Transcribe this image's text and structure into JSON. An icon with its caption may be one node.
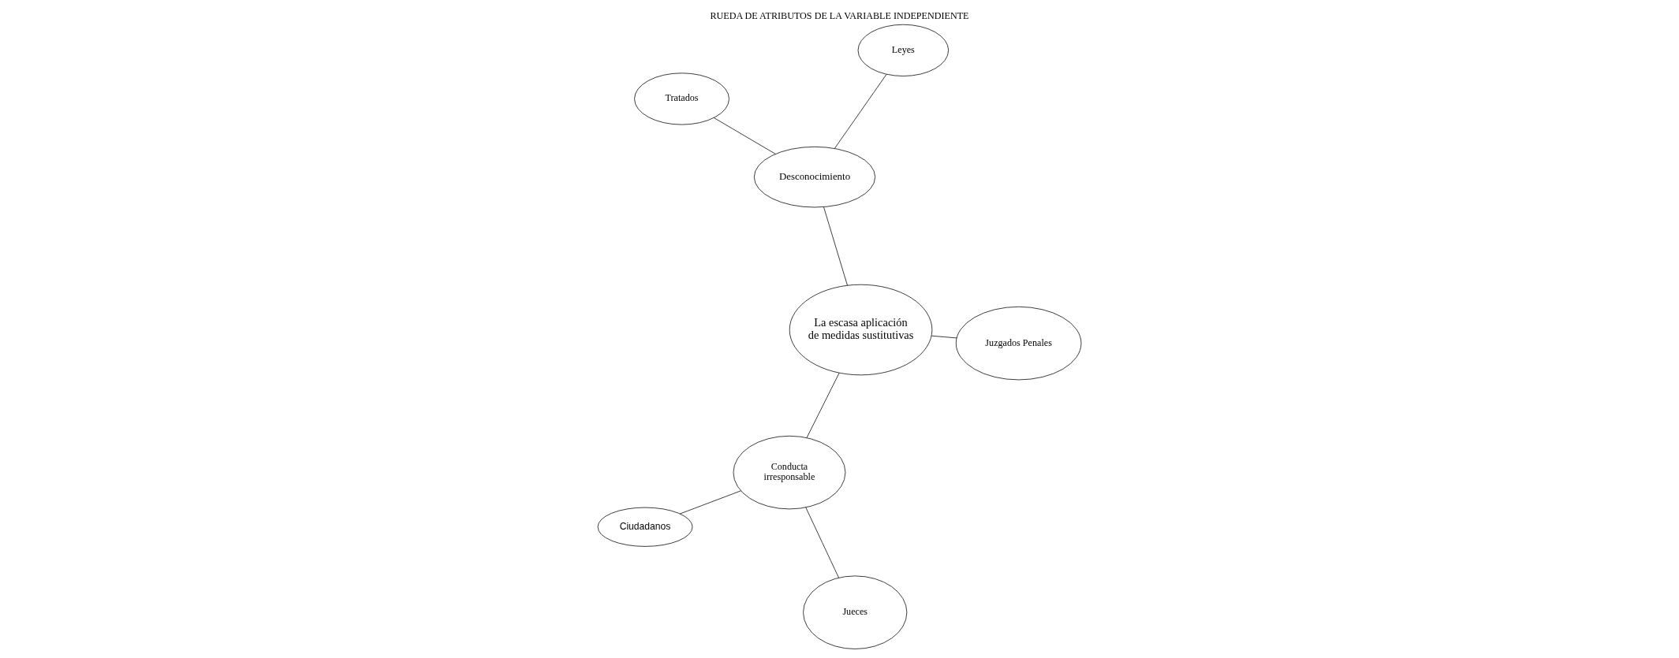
{
  "diagram": {
    "title": "RUEDA DE ATRIBUTOS DE LA VARIABLE INDEPENDIENTE",
    "nodes": [
      {
        "text": [
          "Ciudadanos"
        ]
      },
      {
        "text": [
          "Conducta irresponsable"
        ]
      },
      {
        "text": [
          "Desconocimiento"
        ]
      },
      {
        "text": [
          "Leyes"
        ]
      },
      {
        "text": [
          "La escasa aplicación de medidas sustitutivas"
        ]
      },
      {
        "text": [
          "Tratados"
        ]
      },
      {
        "text": [
          "Jueces"
        ]
      },
      {
        "text": [
          "Juzgados Penales"
        ]
      }
    ],
    "edges": [
      {
        "from": 0,
        "to": 1,
        "arrow": "none"
      },
      {
        "from": 1,
        "to": 6,
        "arrow": "none"
      },
      {
        "from": 1,
        "to": 4,
        "arrow": "none"
      },
      {
        "from": 4,
        "to": 2,
        "arrow": "none"
      },
      {
        "from": 2,
        "to": 3,
        "arrow": "none"
      },
      {
        "from": 2,
        "to": 5,
        "arrow": "none"
      },
      {
        "from": 4,
        "to": 7,
        "arrow": "none"
      }
    ]
  }
}
